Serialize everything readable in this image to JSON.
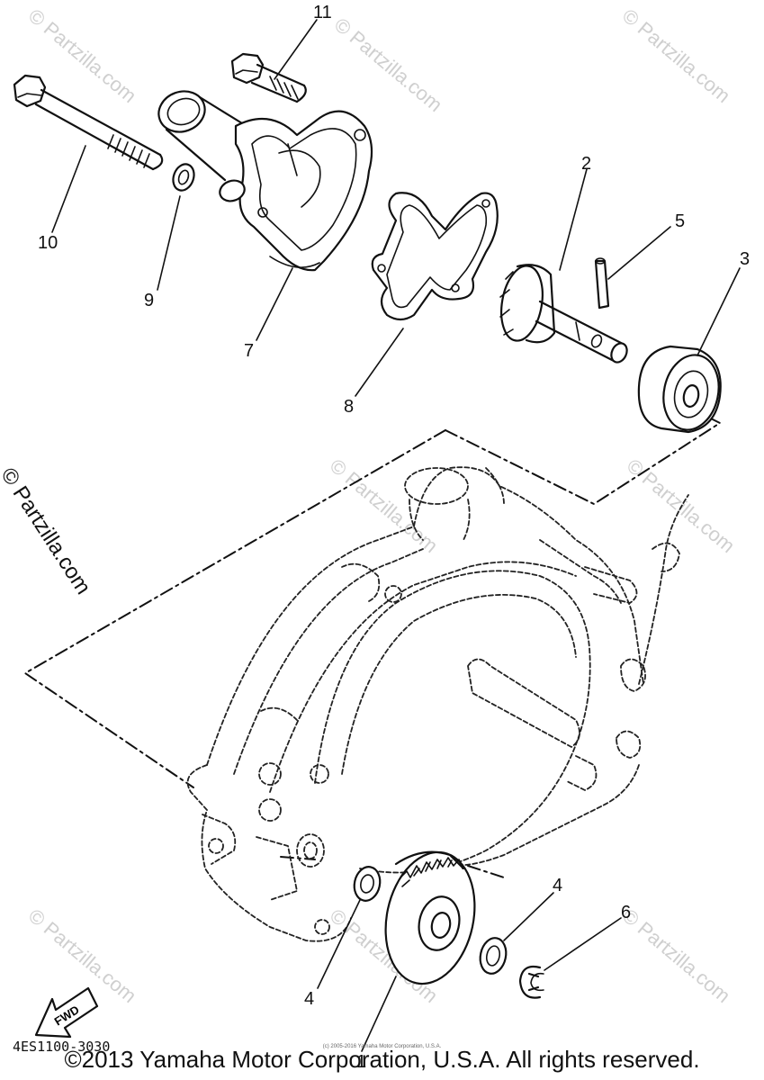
{
  "labels": {
    "p1": "1",
    "p2": "2",
    "p3": "3",
    "p4a": "4",
    "p4b": "4",
    "p5": "5",
    "p6": "6",
    "p7": "7",
    "p8": "8",
    "p9": "9",
    "p10": "10",
    "p11": "11"
  },
  "fwd": "FWD",
  "diagram_code": "4ES1100-3030",
  "watermark": "© Partzilla.com",
  "small_copyright": "(c) 2005-2016 Yamaha Motor Corporation, U.S.A.",
  "copyright": "©2013 Yamaha Motor Corporation, U.S.A. All rights reserved."
}
